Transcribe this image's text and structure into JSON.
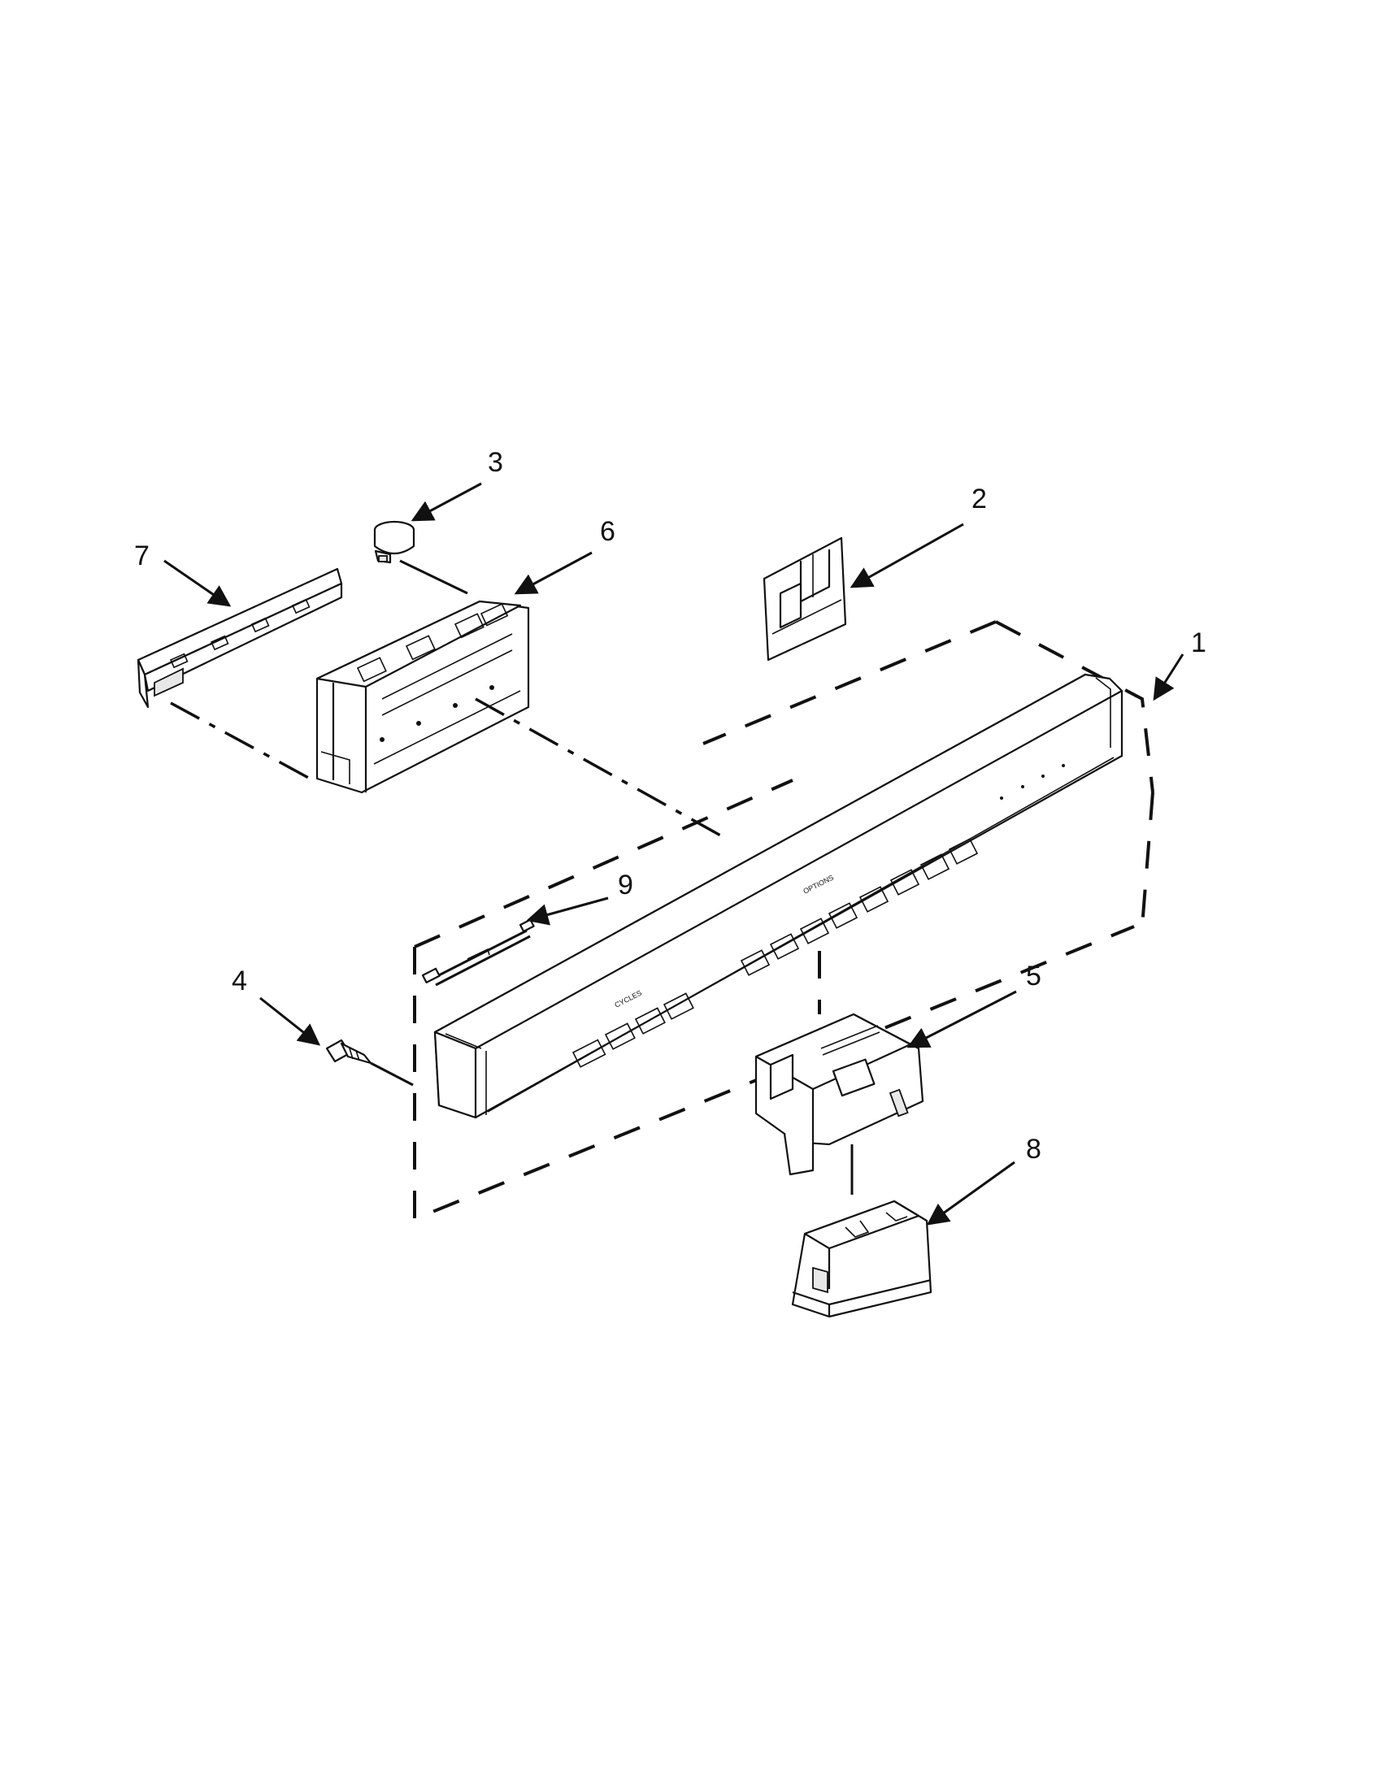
{
  "diagram": {
    "callouts": [
      {
        "id": "1",
        "label": "1"
      },
      {
        "id": "2",
        "label": "2"
      },
      {
        "id": "3",
        "label": "3"
      },
      {
        "id": "4",
        "label": "4"
      },
      {
        "id": "5",
        "label": "5"
      },
      {
        "id": "6",
        "label": "6"
      },
      {
        "id": "7",
        "label": "7"
      },
      {
        "id": "8",
        "label": "8"
      },
      {
        "id": "9",
        "label": "9"
      }
    ],
    "panel_labels": {
      "cycles": "CYCLES",
      "options": "OPTIONS"
    }
  },
  "colors": {
    "ink": "#111111",
    "background": "#ffffff"
  }
}
